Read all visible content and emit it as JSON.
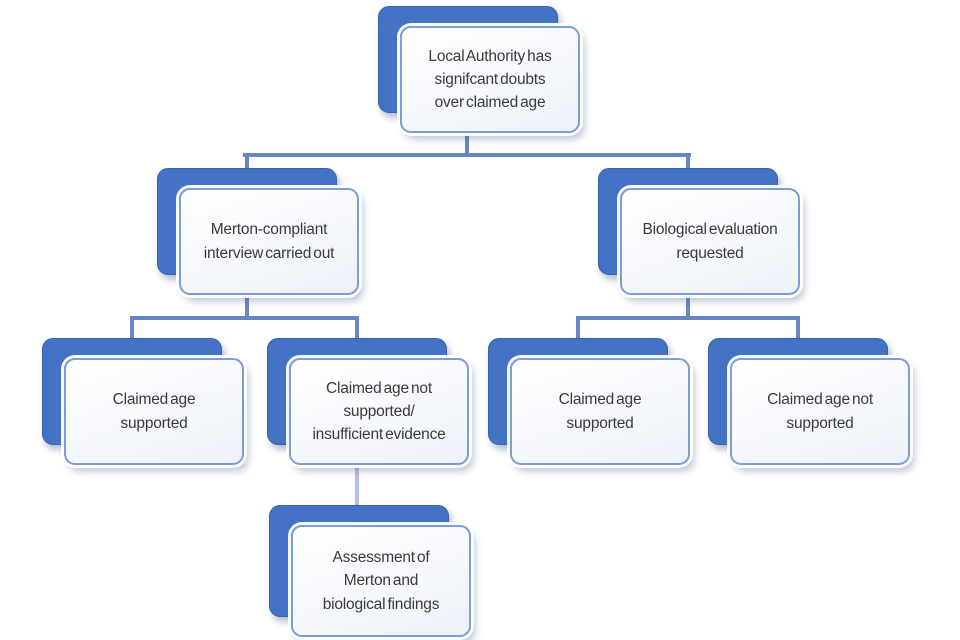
{
  "colors": {
    "back_box_fill": "#4472c4",
    "front_box_fill": "#f3f6fb",
    "front_box_border": "#7e9cd6",
    "connector": "#6585c5",
    "connector_light": "#b4c1e3",
    "text": "#3a3a3a",
    "background": "#ffffff"
  },
  "nodes": {
    "root": {
      "label": "Local Authority has\nsignifcant doubts\nover claimed age"
    },
    "merton": {
      "label": "Merton-compliant\ninterview carried out"
    },
    "biological": {
      "label": "Biological evaluation\nrequested"
    },
    "merton_supported": {
      "label": "Claimed age\nsupported"
    },
    "merton_not_supported": {
      "label": "Claimed age not\nsupported/\ninsufficient evidence"
    },
    "bio_supported": {
      "label": "Claimed age\nsupported"
    },
    "bio_not_supported": {
      "label": "Claimed age not\nsupported"
    },
    "assessment": {
      "label": "Assessment of\nMerton and\nbiological findings"
    }
  },
  "edges": [
    {
      "from": "root",
      "to": "merton"
    },
    {
      "from": "root",
      "to": "biological"
    },
    {
      "from": "merton",
      "to": "merton_supported"
    },
    {
      "from": "merton",
      "to": "merton_not_supported"
    },
    {
      "from": "biological",
      "to": "bio_supported"
    },
    {
      "from": "biological",
      "to": "bio_not_supported"
    },
    {
      "from": "merton_not_supported",
      "to": "assessment"
    }
  ]
}
